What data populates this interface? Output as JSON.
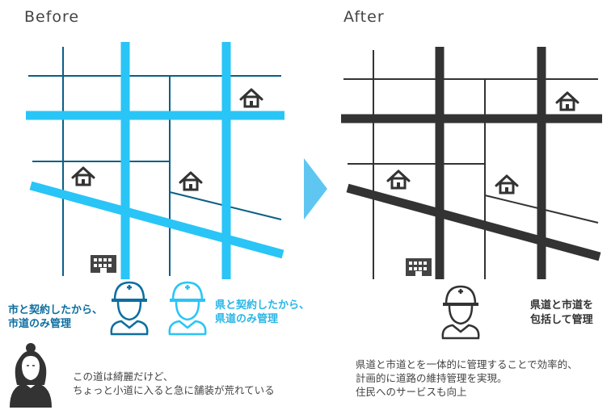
{
  "before": {
    "heading": "Before",
    "city_label_line1": "市と契約したから、",
    "city_label_line2": "市道のみ管理",
    "pref_label_line1": "県と契約したから、",
    "pref_label_line2": "県道のみ管理",
    "resident_comment_line1": "この道は綺麗だけど、",
    "resident_comment_line2": "ちょっと小道に入ると急に舗装が荒れている"
  },
  "after": {
    "heading": "After",
    "worker_label_line1": "県道と市道を",
    "worker_label_line2": "包括して管理",
    "summary_line1": "県道と市道とを一体的に管理することで効率的、",
    "summary_line2": "計画的に道路の維持管理を実現。",
    "summary_line3": "住民へのサービスも向上"
  },
  "colors": {
    "major_road_before": "#29c5f6",
    "minor_road_before": "#0b5f86",
    "road_after": "#333333",
    "arrow": "#5fc6f2"
  }
}
